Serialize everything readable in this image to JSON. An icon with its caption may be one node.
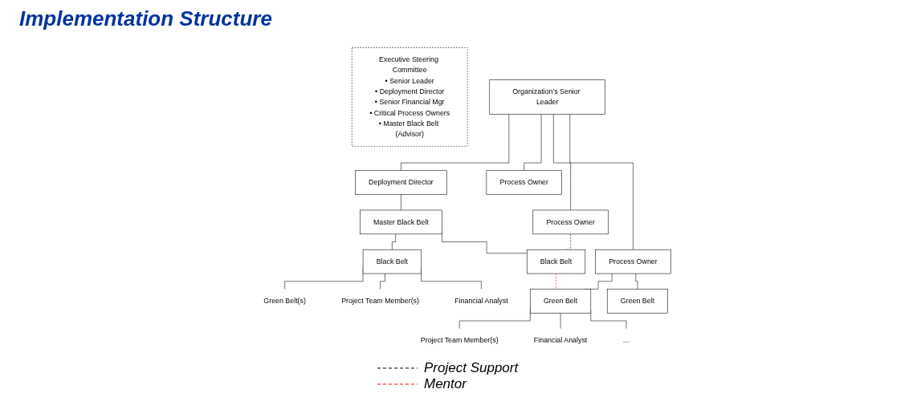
{
  "diagram": {
    "title": "Implementation Structure",
    "nodes": [
      {
        "text": [
          "Executive Steering Committee",
          "• Senior Leader",
          "• Deployment Director",
          "• Senior Financial Mgr",
          "• Critical Process Owners",
          "• Master Black Belt (Advisor)"
        ]
      },
      {
        "text": [
          "Organization’s Senior Leader"
        ]
      },
      {
        "text": [
          "Deployment Director"
        ]
      },
      {
        "text": [
          "Process Owner"
        ]
      },
      {
        "text": [
          "Process Owner"
        ]
      },
      {
        "text": [
          "Process Owner"
        ]
      },
      {
        "text": [
          "Master Black Belt"
        ]
      },
      {
        "text": [
          "Black Belt"
        ]
      },
      {
        "text": [
          "Black Belt"
        ]
      },
      {
        "text": [
          "Green Belt"
        ]
      },
      {
        "text": [
          "Green Belt"
        ]
      },
      {
        "text": [
          "Green Belt(s)"
        ]
      },
      {
        "text": [
          "Project Team Member(s)"
        ]
      },
      {
        "text": [
          "Financial Analyst"
        ]
      },
      {
        "text": [
          "Project Team Member(s)"
        ]
      },
      {
        "text": [
          "Financial Analyst"
        ]
      },
      {
        "text": [
          "…"
        ]
      }
    ],
    "edges": [
      {
        "from": 1,
        "to": 2,
        "arrow": "none"
      },
      {
        "from": 1,
        "to": 3,
        "arrow": "none"
      },
      {
        "from": 1,
        "to": 4,
        "arrow": "none"
      },
      {
        "from": 1,
        "to": 5,
        "arrow": "none"
      },
      {
        "from": 2,
        "to": 6,
        "arrow": "none"
      },
      {
        "from": 6,
        "to": 7,
        "arrow": "none"
      },
      {
        "from": 6,
        "to": 8,
        "arrow": "none"
      },
      {
        "from": 4,
        "to": 8,
        "arrow": "none",
        "style": "dashed"
      },
      {
        "from": 8,
        "to": 9,
        "arrow": "none",
        "style": "dashed",
        "color": "#ff0000"
      },
      {
        "from": 5,
        "to": 9,
        "arrow": "none"
      },
      {
        "from": 5,
        "to": 10,
        "arrow": "none"
      },
      {
        "from": 7,
        "to": 11,
        "arrow": "none"
      },
      {
        "from": 7,
        "to": 12,
        "arrow": "none"
      },
      {
        "from": 7,
        "to": 13,
        "arrow": "none"
      },
      {
        "from": 9,
        "to": 14,
        "arrow": "none"
      },
      {
        "from": 9,
        "to": 15,
        "arrow": "none"
      },
      {
        "from": 9,
        "to": 16,
        "arrow": "none"
      }
    ],
    "legend": [
      {
        "text": "Project Support"
      },
      {
        "text": "Mentor"
      }
    ]
  }
}
